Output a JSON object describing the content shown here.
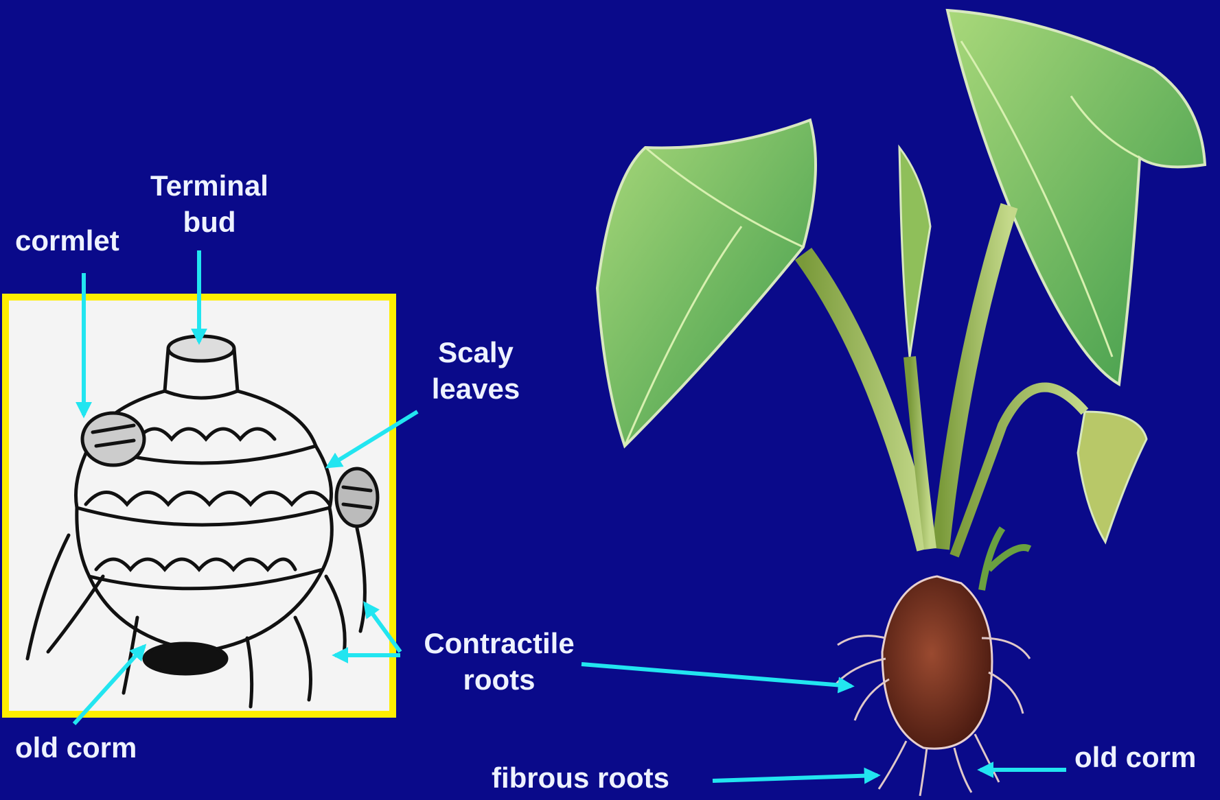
{
  "labels": {
    "terminal_bud": "Terminal\nbud",
    "cormlet": "cormlet",
    "scaly_leaves": "Scaly\nleaves",
    "contractile_roots": "Contractile\nroots",
    "old_corm_left": "old corm",
    "fibrous_roots": "fibrous roots",
    "old_corm_right": "old corm"
  },
  "colors": {
    "background": "#0a0a8a",
    "arrow": "#22e5f0",
    "frame": "#ffee00",
    "label_text": "#eef2ff"
  }
}
